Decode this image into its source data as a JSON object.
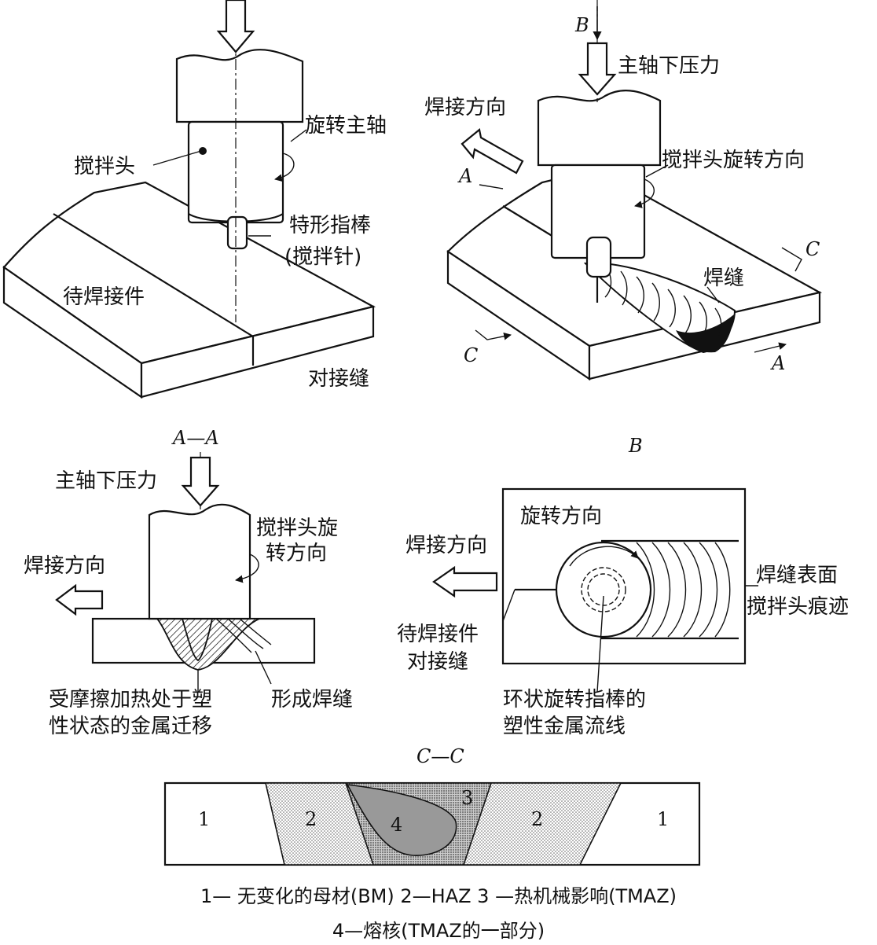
{
  "fig1": {
    "stir_head": "搅拌头",
    "spindle": "旋转主轴",
    "pin_line1": "特形指棒",
    "pin_line2": "(搅拌针)",
    "workpiece": "待焊接件",
    "butt_seam": "对接缝"
  },
  "fig2": {
    "b_marker": "B",
    "spindle_force": "主轴下压力",
    "weld_direction": "焊接方向",
    "rotation_direction": "搅拌头旋转方向",
    "a_marker_1": "A",
    "a_marker_2": "A",
    "c_marker_1": "C",
    "c_marker_2": "C",
    "weld": "焊缝"
  },
  "fig3": {
    "section_title": "A—A",
    "spindle_force": "主轴下压力",
    "rotation_line1": "搅拌头旋",
    "rotation_line2": "转方向",
    "weld_direction": "焊接方向",
    "migration_line1": "受摩擦加热处于塑",
    "migration_line2": "性状态的金属迁移",
    "forming_weld": "形成焊缝"
  },
  "fig4": {
    "view_title": "B",
    "rotation_direction": "旋转方向",
    "weld_direction": "焊接方向",
    "trace_line1": "焊缝表面",
    "trace_line2": "搅拌头痕迹",
    "seam_line1": "待焊接件",
    "seam_line2": "对接缝",
    "flow_line1": "环状旋转指棒的",
    "flow_line2": "塑性金属流线"
  },
  "fig5": {
    "section_title": "C—C",
    "zones": [
      "1",
      "2",
      "4",
      "3",
      "2",
      "1"
    ],
    "legend_line1": "1— 无变化的母材(BM)  2—HAZ  3 —热机械影响(TMAZ)",
    "legend_line2": "4—熔核(TMAZ的一部分)"
  }
}
